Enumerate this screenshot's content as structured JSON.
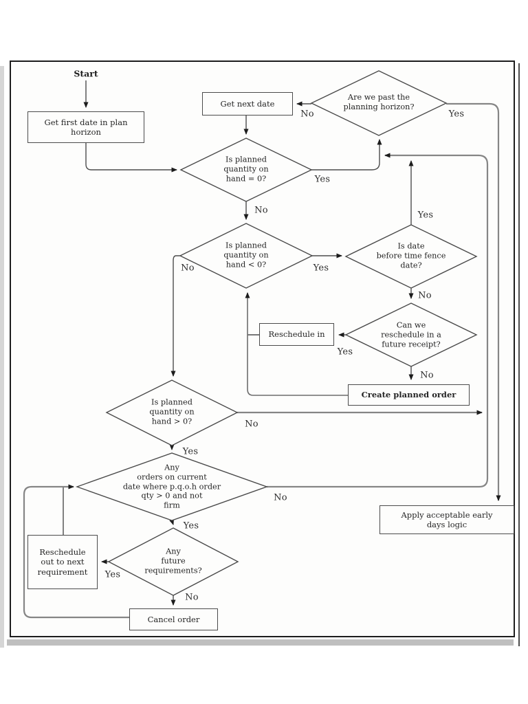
{
  "diagram": {
    "start_label": "Start",
    "boxes": {
      "get_first_date": "Get first date in plan\nhorizon",
      "get_next_date": "Get next date",
      "reschedule_in": "Reschedule in",
      "create_planned_order": "Create planned order",
      "apply_early_days": "Apply acceptable early\ndays logic",
      "reschedule_out": "Reschedule\nout to next\nrequirement",
      "cancel_order": "Cancel order"
    },
    "decisions": {
      "past_planning_horizon": "Are we past the\nplanning horizon?",
      "pqoh_eq_0": "Is planned\nquantity on\nhand = 0?",
      "pqoh_lt_0": "Is planned\nquantity on\nhand < 0?",
      "before_time_fence": "Is date\nbefore time fence\ndate?",
      "can_reschedule_future": "Can we\nreschedule in a\nfuture receipt?",
      "pqoh_gt_0": "Is planned\nquantity on\nhand > 0?",
      "any_orders_current_date": "Any\norders on current\ndate where p.q.o.h order\nqty > 0 and not\nfirm",
      "any_future_requirements": "Any\nfuture\nrequirements?"
    },
    "edge_labels": {
      "horizon_no": "No",
      "horizon_yes": "Yes",
      "eq0_yes": "Yes",
      "eq0_no": "No",
      "lt0_no": "No",
      "lt0_yes": "Yes",
      "fence_yes": "Yes",
      "fence_no": "No",
      "can_yes": "Yes",
      "can_no": "No",
      "gt0_no": "No",
      "gt0_yes": "Yes",
      "orders_no": "No",
      "orders_yes": "Yes",
      "future_yes": "Yes",
      "future_no": "No"
    },
    "line_color": "#4b4b4b",
    "loop_line_color": "#858585"
  }
}
